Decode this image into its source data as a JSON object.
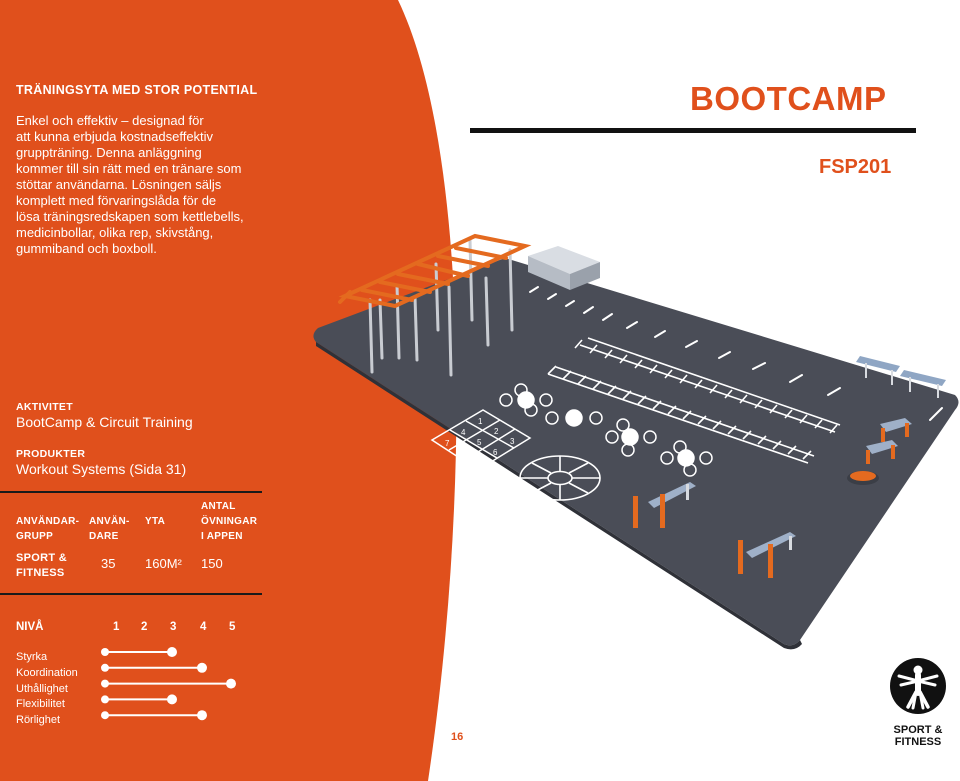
{
  "intro": {
    "heading": "TRÄNINGSYTA MED STOR POTENTIAL",
    "lines": [
      "Enkel och effektiv – designad för",
      "att kunna erbjuda kostnadseffektiv",
      "gruppträning. Denna anläggning",
      "kommer till sin rätt med en tränare som",
      "stöttar användarna. Lösningen säljs",
      "komplett med förvaringslåda för de",
      "lösa träningsredskapen som kettlebells,",
      "medicinbollar, olika rep, skivstång,",
      "gummiband och boxboll."
    ]
  },
  "activity": {
    "label": "AKTIVITET",
    "value": "BootCamp & Circuit Training"
  },
  "products": {
    "label": "PRODUKTER",
    "value": "Workout Systems (Sida 31)"
  },
  "stats": {
    "headers": {
      "user_group_1": "ANVÄNDAR-",
      "user_group_2": "GRUPP",
      "users_1": "ANVÄN-",
      "users_2": "DARE",
      "area": "YTA",
      "exercises_1": "ANTAL",
      "exercises_2": "ÖVNINGAR",
      "exercises_3": "I APPEN"
    },
    "values": {
      "user_group_1": "SPORT &",
      "user_group_2": "FITNESS",
      "users": "35",
      "area": "160M²",
      "exercises": "150"
    }
  },
  "levels": {
    "label": "NIVÅ",
    "numbers": [
      "1",
      "2",
      "3",
      "4",
      "5"
    ],
    "skills": [
      {
        "name": "Styrka",
        "level": 3
      },
      {
        "name": "Koordination",
        "level": 4
      },
      {
        "name": "Uthållighet",
        "level": 5
      },
      {
        "name": "Flexibilitet",
        "level": 3
      },
      {
        "name": "Rörlighet",
        "level": 4
      }
    ]
  },
  "product": {
    "title": "BOOTCAMP",
    "code": "FSP201"
  },
  "page_number": "16",
  "logo": {
    "line1": "SPORT &",
    "line2": "FITNESS",
    "icon": "vitruvian-man-icon"
  },
  "colors": {
    "accent": "#e0501c",
    "surface": "#4a4d57",
    "markings": "#ffffff",
    "frame": "#e46a1f"
  }
}
